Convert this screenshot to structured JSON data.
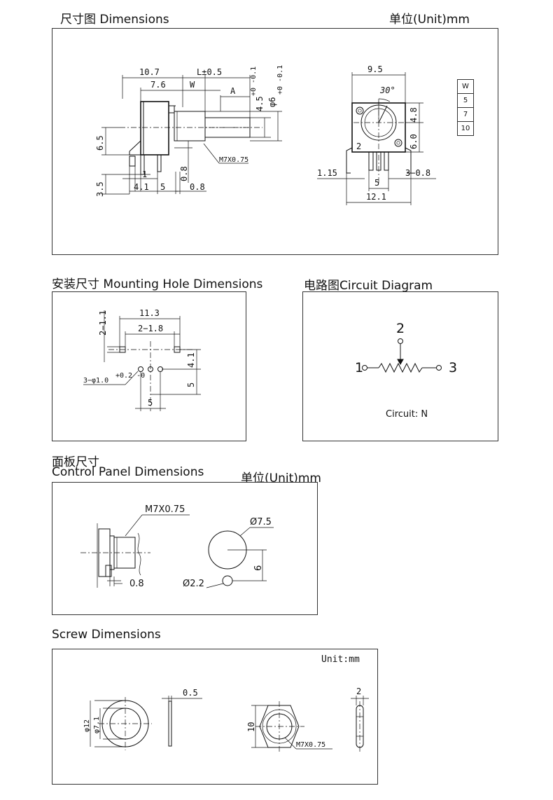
{
  "sections": {
    "dimensions": {
      "title": "尺寸图  Dimensions",
      "unit": "单位(Unit)mm"
    },
    "mounting": {
      "title": "安装尺寸  Mounting Hole Dimensions"
    },
    "circuit": {
      "title": "电路图Circuit Diagram",
      "pin1": "1",
      "pin2": "2",
      "pin3": "3",
      "note": "Circuit: N"
    },
    "panel": {
      "title_cn": "面板尺寸",
      "title_en": "Control Panel Dimensions",
      "unit": "单位(Unit)mm"
    },
    "screw": {
      "title": "Screw  Dimensions",
      "unit": "Unit:mm"
    }
  },
  "dimensions_drawing": {
    "side": {
      "d10_7": "10.7",
      "dL": "L±0.5",
      "d7_6": "7.6",
      "dW": "W",
      "dA": "A",
      "d4_5": "4.5",
      "d4_5_tol": "+0 -0.1",
      "dphi6": "φ6",
      "dphi6_tol": "+0 -0.1",
      "d6_5": "6.5",
      "d3_5": "3.5",
      "d1": "1",
      "d4_1": "4.1",
      "d5": "5",
      "d0_8a": "0.8",
      "d0_8b": "0.8",
      "thread": "M7X0.75"
    },
    "front": {
      "d9_5": "9.5",
      "d30": "30°",
      "d4_8": "4.8",
      "d6_0": "6.0",
      "d2": "2",
      "d1_15": "1.15",
      "d5": "5",
      "d3_0_8": "3−0.8",
      "d12_1": "12.1"
    },
    "w_table": [
      "W",
      "5",
      "7",
      "10"
    ]
  },
  "mounting_drawing": {
    "d2_1_1": "2−1.1",
    "d11_3": "11.3",
    "d2_1_8": "2−1.8",
    "d4_1": "4.1",
    "d3_phi": "3−φ1.0",
    "d3_phi_tol": "+0.2 -0",
    "d5v": "5",
    "d5h": "5"
  },
  "panel_drawing": {
    "thread": "M7X0.75",
    "d0_8": "0.8",
    "dphi7_5": "Ø7.5",
    "d6": "6",
    "dphi2_2": "Ø2.2"
  },
  "screw_drawing": {
    "dphi12": "φ12",
    "dphi7_1": "φ7.1",
    "d0_5": "0.5",
    "d10": "10",
    "thread": "M7X0.75",
    "d2": "2"
  }
}
